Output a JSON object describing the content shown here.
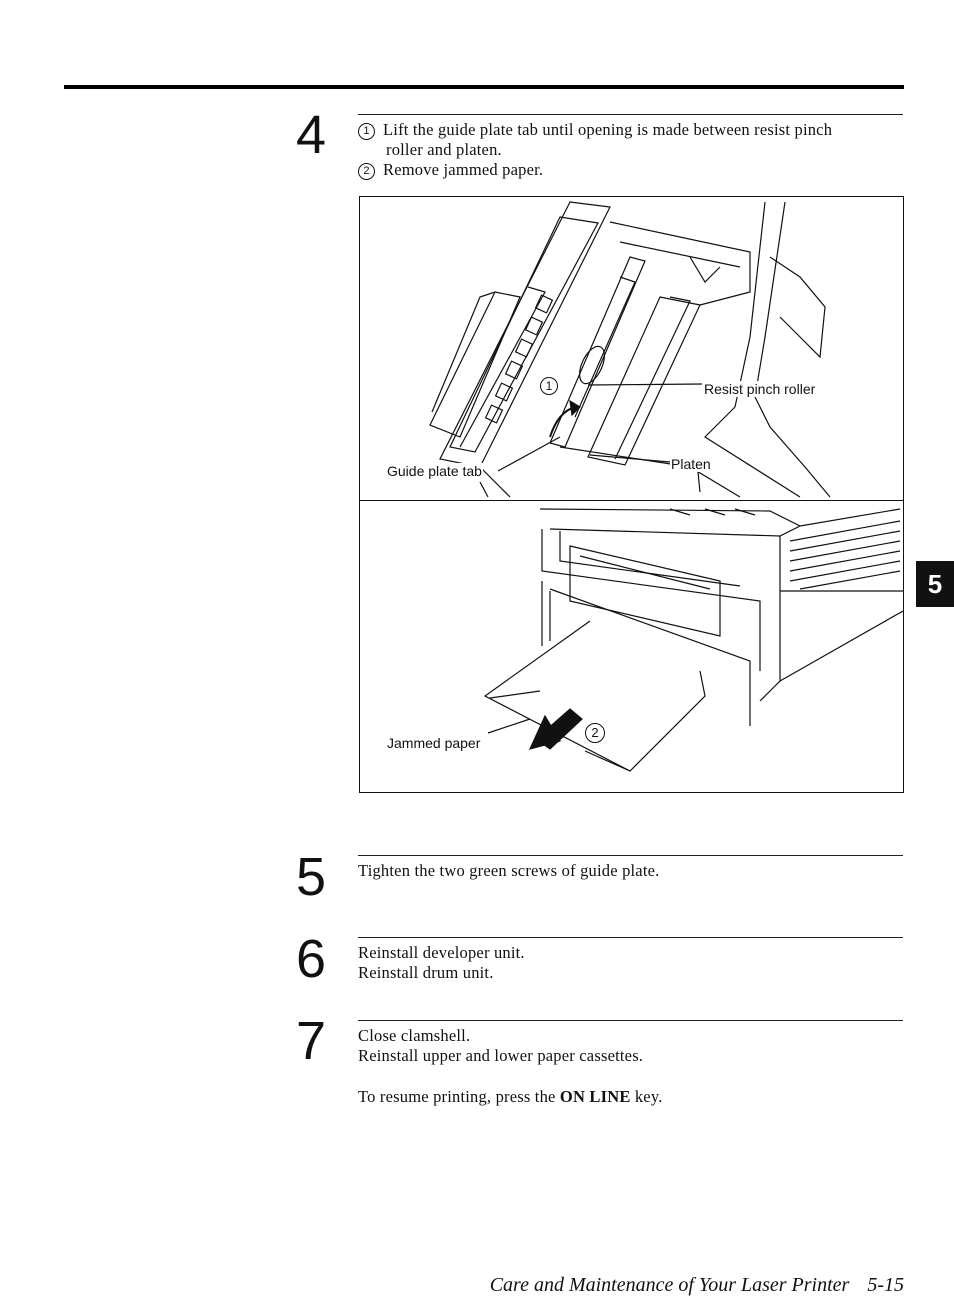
{
  "steps": [
    {
      "number": "4",
      "lines": [
        {
          "marker": "1",
          "text": "Lift the guide plate tab until opening is made between resist pinch"
        },
        {
          "marker": "",
          "text": "roller and platen."
        },
        {
          "marker": "2",
          "text": "Remove jammed paper."
        }
      ]
    },
    {
      "number": "5",
      "lines": [
        {
          "text": "Tighten the two green screws of guide plate."
        }
      ]
    },
    {
      "number": "6",
      "lines": [
        {
          "text": "Reinstall developer unit."
        },
        {
          "text": "Reinstall drum unit."
        }
      ]
    },
    {
      "number": "7",
      "lines": [
        {
          "text": "Close clamshell."
        },
        {
          "text": "Reinstall upper and lower paper cassettes."
        }
      ]
    }
  ],
  "resume": {
    "prefix": "To resume printing, press the",
    "key": "ON LINE",
    "suffix": "key."
  },
  "figure": {
    "top_labels": {
      "resist_pinch_roller": "Resist pinch roller",
      "platen": "Platen",
      "guide_plate_tab": "Guide plate tab",
      "marker_1": "1"
    },
    "bottom_labels": {
      "jammed_paper": "Jammed paper",
      "marker_2": "2"
    }
  },
  "section_tab": "5",
  "footer": {
    "title": "Care and Maintenance of Your Laser Printer",
    "page": "5-15"
  }
}
